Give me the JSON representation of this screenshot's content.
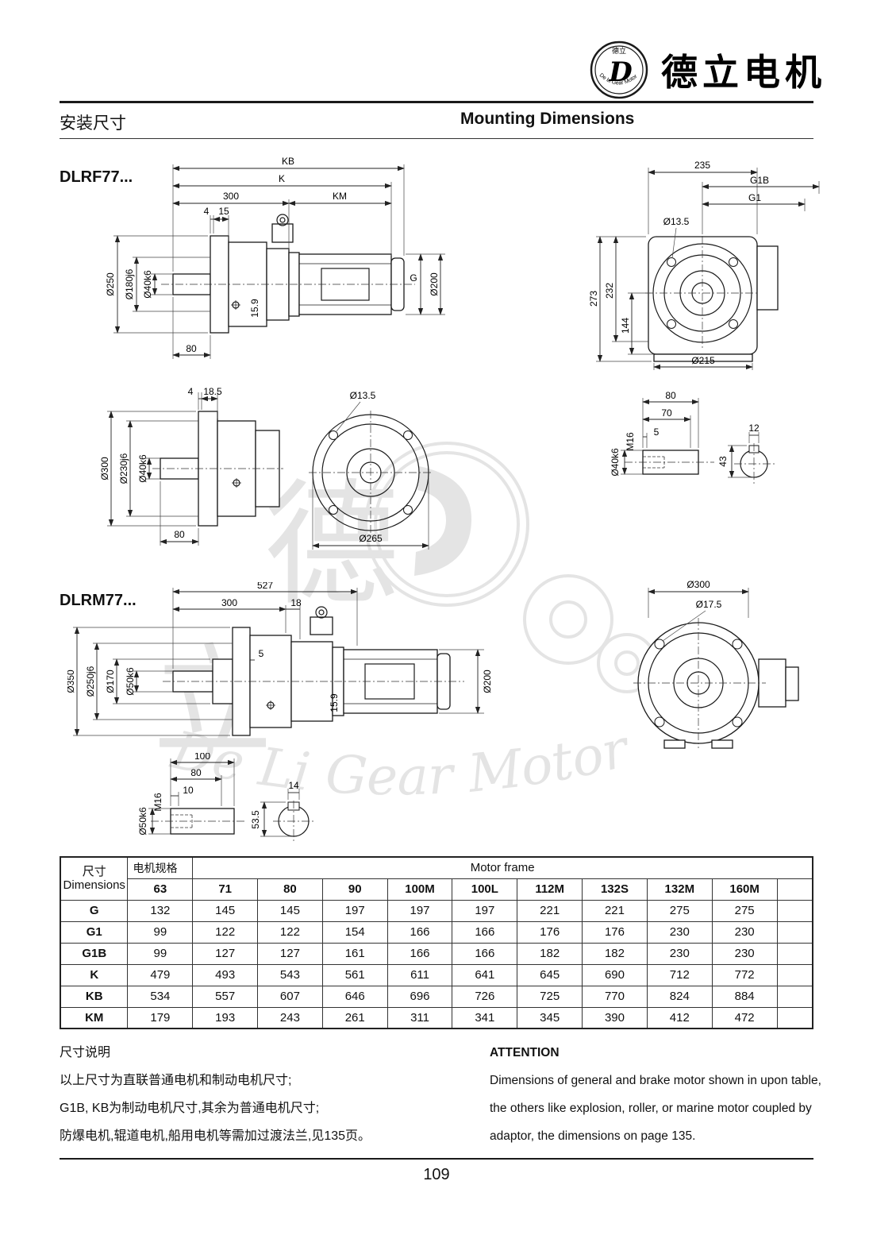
{
  "header": {
    "brand": "德立电机",
    "logo": {
      "d": "D",
      "cn": "德立",
      "arc": "De Li Gear Motor"
    }
  },
  "title": {
    "cn": "安装尺寸",
    "en": "Mounting Dimensions"
  },
  "watermark": {
    "char1": "德",
    "char2": "立",
    "text_en": "De Li Gear Motor"
  },
  "models": {
    "dlrf": "DLRF77...",
    "dlrm": "DLRM77..."
  },
  "dims": {
    "rf_side": {
      "kb": "KB",
      "k": "K",
      "n300": "300",
      "km": "KM",
      "n4": "4",
      "n15": "15",
      "d250": "Ø250",
      "d180": "Ø180j6",
      "d40": "Ø40k6",
      "n159": "15.9",
      "g": "G",
      "d200": "Ø200",
      "n80": "80"
    },
    "rf_front": {
      "n235": "235",
      "g1b": "G1B",
      "g1": "G1",
      "d135": "Ø13.5",
      "n273": "273",
      "n232": "232",
      "n144": "144",
      "d215": "Ø215"
    },
    "rf_flange_side": {
      "n4": "4",
      "n185": "18.5",
      "d300": "Ø300",
      "d230": "Ø230j6",
      "d40": "Ø40k6",
      "n80": "80"
    },
    "rf_flange_front": {
      "d135": "Ø13.5",
      "d265": "Ø265"
    },
    "rf_shaft": {
      "n80": "80",
      "n70": "70",
      "n5": "5",
      "m16": "M16",
      "d40": "Ø40k6",
      "n12": "12",
      "n43": "43"
    },
    "rm_side": {
      "n527": "527",
      "n300": "300",
      "n18": "18",
      "d350": "Ø350",
      "d250": "Ø250j6",
      "d170": "Ø170",
      "d50": "Ø50k6",
      "n5": "5",
      "n159": "15.9",
      "d200": "Ø200"
    },
    "rm_front": {
      "d300": "Ø300",
      "d175": "Ø17.5"
    },
    "rm_shaft": {
      "n100": "100",
      "n80": "80",
      "n10": "10",
      "m16": "M16",
      "d50": "Ø50k6",
      "n14": "14",
      "n535": "53.5"
    }
  },
  "table": {
    "col1_cn": "尺寸",
    "col1_en": "Dimensions",
    "spec_cn": "电机规格",
    "frame_en": "Motor frame",
    "frames": [
      "63",
      "71",
      "80",
      "90",
      "100M",
      "100L",
      "112M",
      "132S",
      "132M",
      "160M"
    ],
    "rows": [
      {
        "label": "G",
        "values": [
          "132",
          "145",
          "145",
          "197",
          "197",
          "197",
          "221",
          "221",
          "275",
          "275"
        ]
      },
      {
        "label": "G1",
        "values": [
          "99",
          "122",
          "122",
          "154",
          "166",
          "166",
          "176",
          "176",
          "230",
          "230"
        ]
      },
      {
        "label": "G1B",
        "values": [
          "99",
          "127",
          "127",
          "161",
          "166",
          "166",
          "182",
          "182",
          "230",
          "230"
        ]
      },
      {
        "label": "K",
        "values": [
          "479",
          "493",
          "543",
          "561",
          "611",
          "641",
          "645",
          "690",
          "712",
          "772"
        ]
      },
      {
        "label": "KB",
        "values": [
          "534",
          "557",
          "607",
          "646",
          "696",
          "726",
          "725",
          "770",
          "824",
          "884"
        ]
      },
      {
        "label": "KM",
        "values": [
          "179",
          "193",
          "243",
          "261",
          "311",
          "341",
          "345",
          "390",
          "412",
          "472"
        ]
      }
    ]
  },
  "notes": {
    "cn": {
      "title": "尺寸说明",
      "line1": "以上尺寸为直联普通电机和制动电机尺寸;",
      "line2": "G1B, KB为制动电机尺寸,其余为普通电机尺寸;",
      "line3": "防爆电机,辊道电机,船用电机等需加过渡法兰,见135页。"
    },
    "en": {
      "title": "ATTENTION",
      "line1": "Dimensions of general and brake motor shown in upon table,",
      "line2": "the others like explosion, roller, or marine motor coupled by",
      "line3": "adaptor, the dimensions on page 135."
    }
  },
  "page_number": "109"
}
